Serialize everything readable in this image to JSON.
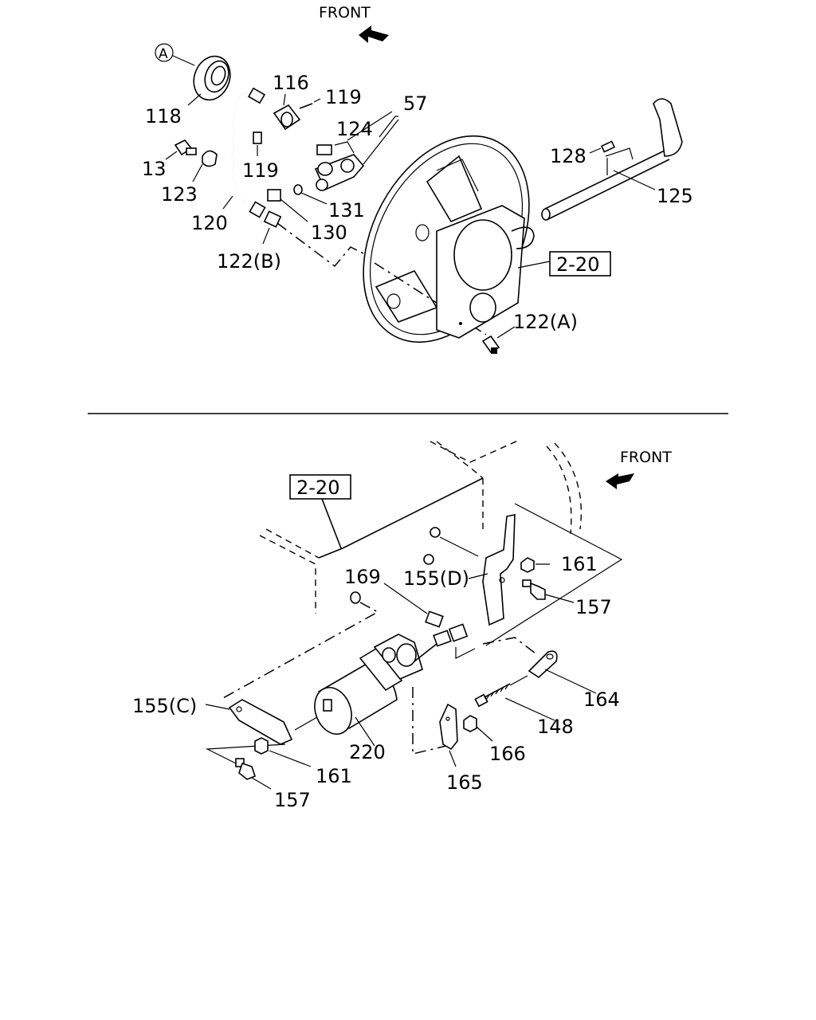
{
  "top": {
    "front": "FRONT",
    "circle_a": "A",
    "labels": {
      "l118": "118",
      "l116": "116",
      "l119a": "119",
      "l57": "57",
      "l124": "124",
      "l13": "13",
      "l119b": "119",
      "l123": "123",
      "l131": "131",
      "l120": "120",
      "l130": "130",
      "l122b": "122(B)",
      "l128": "128",
      "l125": "125",
      "l122a": "122(A)"
    },
    "ref_box": "2-20"
  },
  "bottom": {
    "front": "FRONT",
    "ref_box": "2-20",
    "labels": {
      "l169": "169",
      "l155d": "155(D)",
      "l161a": "161",
      "l157a": "157",
      "l164": "164",
      "l155c": "155(C)",
      "l148": "148",
      "l220": "220",
      "l166": "166",
      "l161b": "161",
      "l165": "165",
      "l157b": "157"
    }
  },
  "colors": {
    "ink": "#000000",
    "paper": "#ffffff"
  }
}
